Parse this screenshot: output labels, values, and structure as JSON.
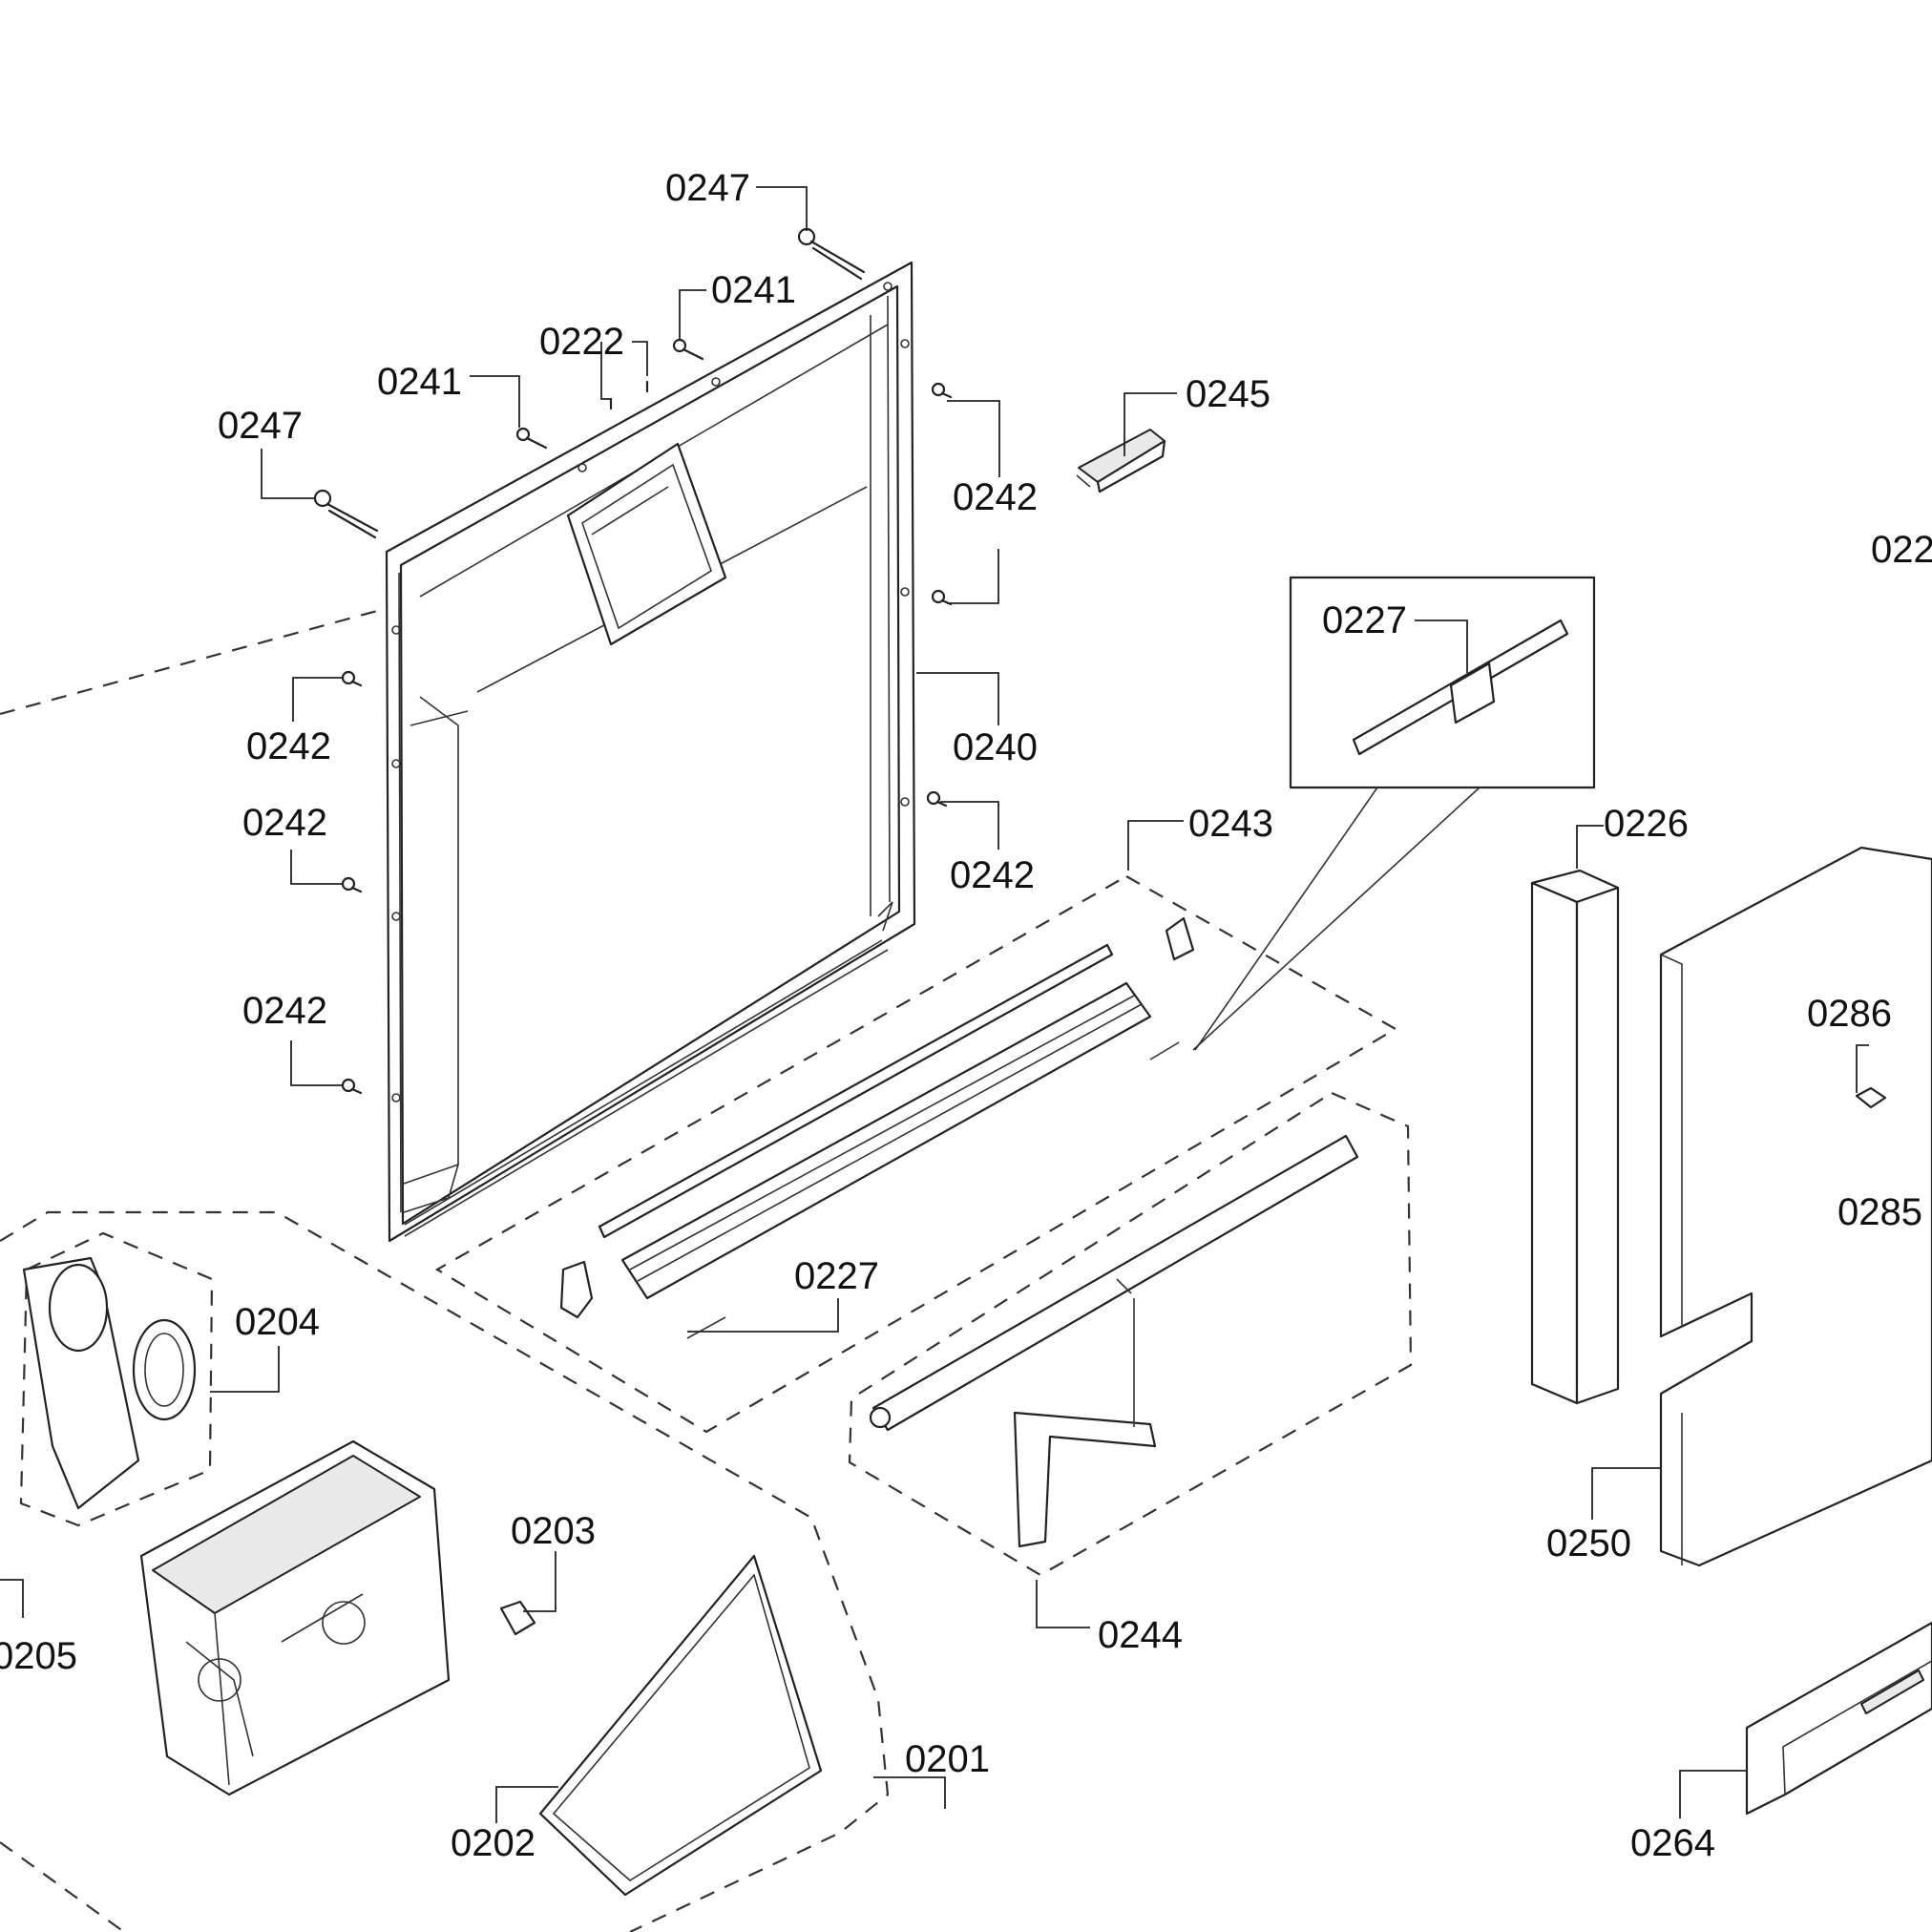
{
  "diagram": {
    "title": "Door assembly exploded view",
    "callouts": [
      {
        "id": "c1",
        "label": "0247"
      },
      {
        "id": "c2",
        "label": "0241"
      },
      {
        "id": "c3",
        "label": "0222"
      },
      {
        "id": "c4",
        "label": "0241"
      },
      {
        "id": "c5",
        "label": "0247"
      },
      {
        "id": "c6",
        "label": "0245"
      },
      {
        "id": "c7",
        "label": "0242"
      },
      {
        "id": "c8",
        "label": "0242"
      },
      {
        "id": "c9",
        "label": "0242"
      },
      {
        "id": "c10",
        "label": "0240"
      },
      {
        "id": "c11",
        "label": "0242"
      },
      {
        "id": "c12",
        "label": "0242"
      },
      {
        "id": "c13",
        "label": "0227"
      },
      {
        "id": "c14",
        "label": "0243"
      },
      {
        "id": "c15",
        "label": "0226"
      },
      {
        "id": "c16",
        "label": "022"
      },
      {
        "id": "c17",
        "label": "0286"
      },
      {
        "id": "c18",
        "label": "0285"
      },
      {
        "id": "c19",
        "label": "0204"
      },
      {
        "id": "c20",
        "label": "0227"
      },
      {
        "id": "c21",
        "label": "0203"
      },
      {
        "id": "c22",
        "label": "0205"
      },
      {
        "id": "c23",
        "label": "0250"
      },
      {
        "id": "c24",
        "label": "0244"
      },
      {
        "id": "c25",
        "label": "0201"
      },
      {
        "id": "c26",
        "label": "0202"
      },
      {
        "id": "c27",
        "label": "0264"
      }
    ]
  }
}
